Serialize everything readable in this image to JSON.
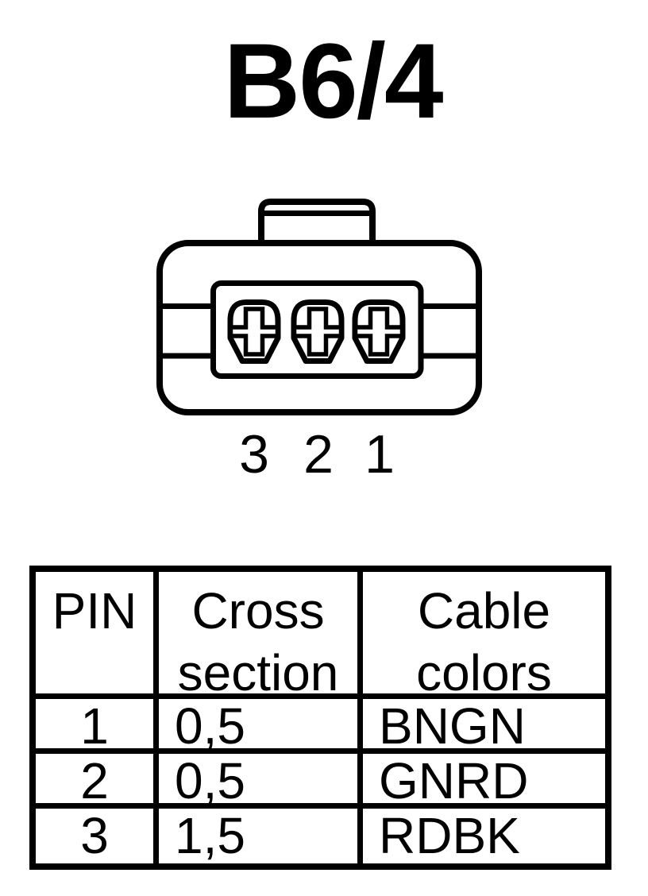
{
  "title": "B6/4",
  "connector": {
    "terminal_icon": "cross-head-terminal-icon",
    "pin_labels": [
      "3",
      "2",
      "1"
    ]
  },
  "table": {
    "headers": [
      "PIN",
      "Cross section",
      "Cable colors"
    ],
    "rows": [
      [
        "1",
        "0,5",
        "BNGN"
      ],
      [
        "2",
        "0,5",
        "GNRD"
      ],
      [
        "3",
        "1,5",
        "RDBK"
      ]
    ]
  },
  "colors": {
    "ink": "#000000",
    "background": "#ffffff"
  }
}
